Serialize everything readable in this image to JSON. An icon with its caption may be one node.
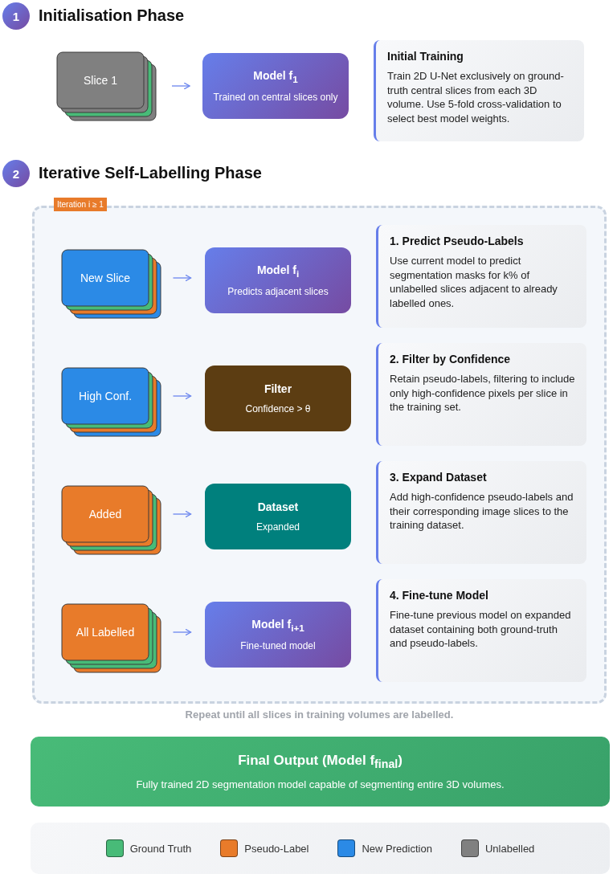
{
  "diagram": {
    "nodes": [
      {
        "text": [
          "1"
        ],
        "beside": [
          "Initialisation Phase"
        ]
      },
      {
        "text": [
          "Slice 1"
        ]
      },
      {
        "text": [
          "Model f$_{1}$",
          "Trained on central slices only"
        ]
      },
      {
        "text": [
          "Initial Training",
          "Train 2D U-Net exclusively on ground-truth central slices from each 3D volume. Use 5-fold cross-validation to select best model weights."
        ]
      },
      {
        "text": [
          "2"
        ],
        "beside": [
          "Iterative Self-Labelling Phase"
        ]
      },
      {
        "text": [
          "Iteration i ≥ 1"
        ]
      },
      {
        "text": [
          "New Slice"
        ],
        "in": 5
      },
      {
        "text": [
          "Model f$_{i}$",
          "Predicts adjacent slices"
        ],
        "in": 5
      },
      {
        "text": [
          "1. Predict Pseudo-Labels",
          "Use current model to predict segmentation masks for k% of unlabelled slices adjacent to already labelled ones."
        ],
        "in": 5
      },
      {
        "text": [
          "High Conf."
        ],
        "in": 5
      },
      {
        "text": [
          "Filter",
          "Confidence > θ"
        ],
        "in": 5
      },
      {
        "text": [
          "2. Filter by Confidence",
          "Retain pseudo-labels, filtering to include only high-confidence pixels per slice in the training set."
        ],
        "in": 5
      },
      {
        "text": [
          "Added"
        ],
        "in": 5
      },
      {
        "text": [
          "Dataset",
          "Expanded"
        ],
        "in": 5
      },
      {
        "text": [
          "3. Expand Dataset",
          "Add high-confidence pseudo-labels and their corresponding image slices to the training dataset."
        ],
        "in": 5
      },
      {
        "text": [
          "All Labelled"
        ],
        "in": 5
      },
      {
        "text": [
          "Model f$_{i+1}$",
          "Fine-tuned model"
        ],
        "in": 5
      },
      {
        "text": [
          "4. Fine-tune Model",
          "Fine-tune previous model on expanded dataset containing both ground-truth and pseudo-labels."
        ],
        "in": 5
      },
      {
        "text": [
          "Final Output (Model f$_{final}$)",
          "Fully trained 2D segmentation model capable of segmenting entire 3D volumes."
        ]
      }
    ],
    "edges": [
      {
        "from": 1,
        "to": 2,
        "arrow": "to"
      },
      {
        "from": 6,
        "to": 7,
        "arrow": "to"
      },
      {
        "from": 9,
        "to": 10,
        "arrow": "to"
      },
      {
        "from": 12,
        "to": 13,
        "arrow": "to"
      },
      {
        "from": 15,
        "to": 16,
        "arrow": "to"
      }
    ],
    "labels": [
      "Repeat until all slices in training volumes are labelled."
    ],
    "legend": [
      {
        "text": "Ground Truth",
        "color": "#48bb78"
      },
      {
        "text": "Pseudo-Label",
        "color": "#e87b2a"
      },
      {
        "text": "New Prediction",
        "color": "#2b8ae6"
      },
      {
        "text": "Unlabelled",
        "color": "#808080"
      }
    ]
  }
}
